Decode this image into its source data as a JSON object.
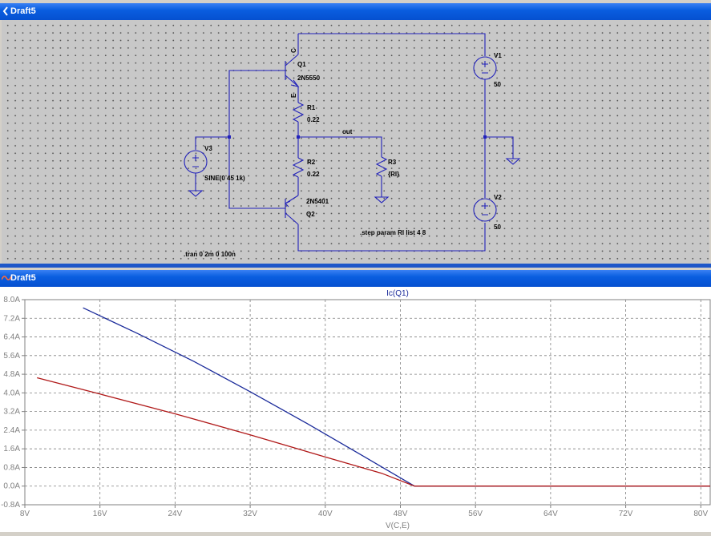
{
  "schematic_window": {
    "title": "Draft5"
  },
  "plot_window": {
    "title": "Draft5"
  },
  "schematic": {
    "q1": {
      "name": "Q1",
      "model": "2N5550",
      "collector": "C",
      "emitter": "E"
    },
    "q2": {
      "name": "Q2",
      "model": "2N5401"
    },
    "r1": {
      "name": "R1",
      "value": "0.22"
    },
    "r2": {
      "name": "R2",
      "value": "0.22"
    },
    "r3": {
      "name": "R3",
      "value": "{Rl}"
    },
    "v1": {
      "name": "V1",
      "value": "50"
    },
    "v2": {
      "name": "V2",
      "value": "50"
    },
    "v3": {
      "name": "V3",
      "value": "SINE(0 45 1k)"
    },
    "net_out": "out",
    "directives": {
      "step": ".step param Rl list 4 8",
      "tran": ".tran 0 2m 0 100n"
    }
  },
  "chart_data": {
    "type": "line",
    "title": "Ic(Q1)",
    "xlabel": "V(C,E)",
    "ylabel": "",
    "xlim": [
      8,
      81
    ],
    "ylim": [
      -0.8,
      8.0
    ],
    "x_ticks": [
      "8V",
      "16V",
      "24V",
      "32V",
      "40V",
      "48V",
      "56V",
      "64V",
      "72V",
      "80V"
    ],
    "y_ticks": [
      "8.0A",
      "7.2A",
      "6.4A",
      "5.6A",
      "4.8A",
      "4.0A",
      "3.2A",
      "2.4A",
      "1.6A",
      "0.8A",
      "0.0A",
      "-0.8A"
    ],
    "grid": true,
    "series": [
      {
        "color": "#1a2a9a",
        "x": [
          14.2,
          20,
          26,
          32,
          38,
          44,
          49.5,
          81
        ],
        "y": [
          7.65,
          6.55,
          5.35,
          4.05,
          2.7,
          1.3,
          0.0,
          0.0
        ]
      },
      {
        "color": "#b01818",
        "x": [
          9.3,
          16,
          24,
          32,
          40,
          46,
          49.5,
          81
        ],
        "y": [
          4.65,
          3.95,
          3.1,
          2.2,
          1.25,
          0.55,
          0.0,
          0.0
        ]
      }
    ]
  }
}
